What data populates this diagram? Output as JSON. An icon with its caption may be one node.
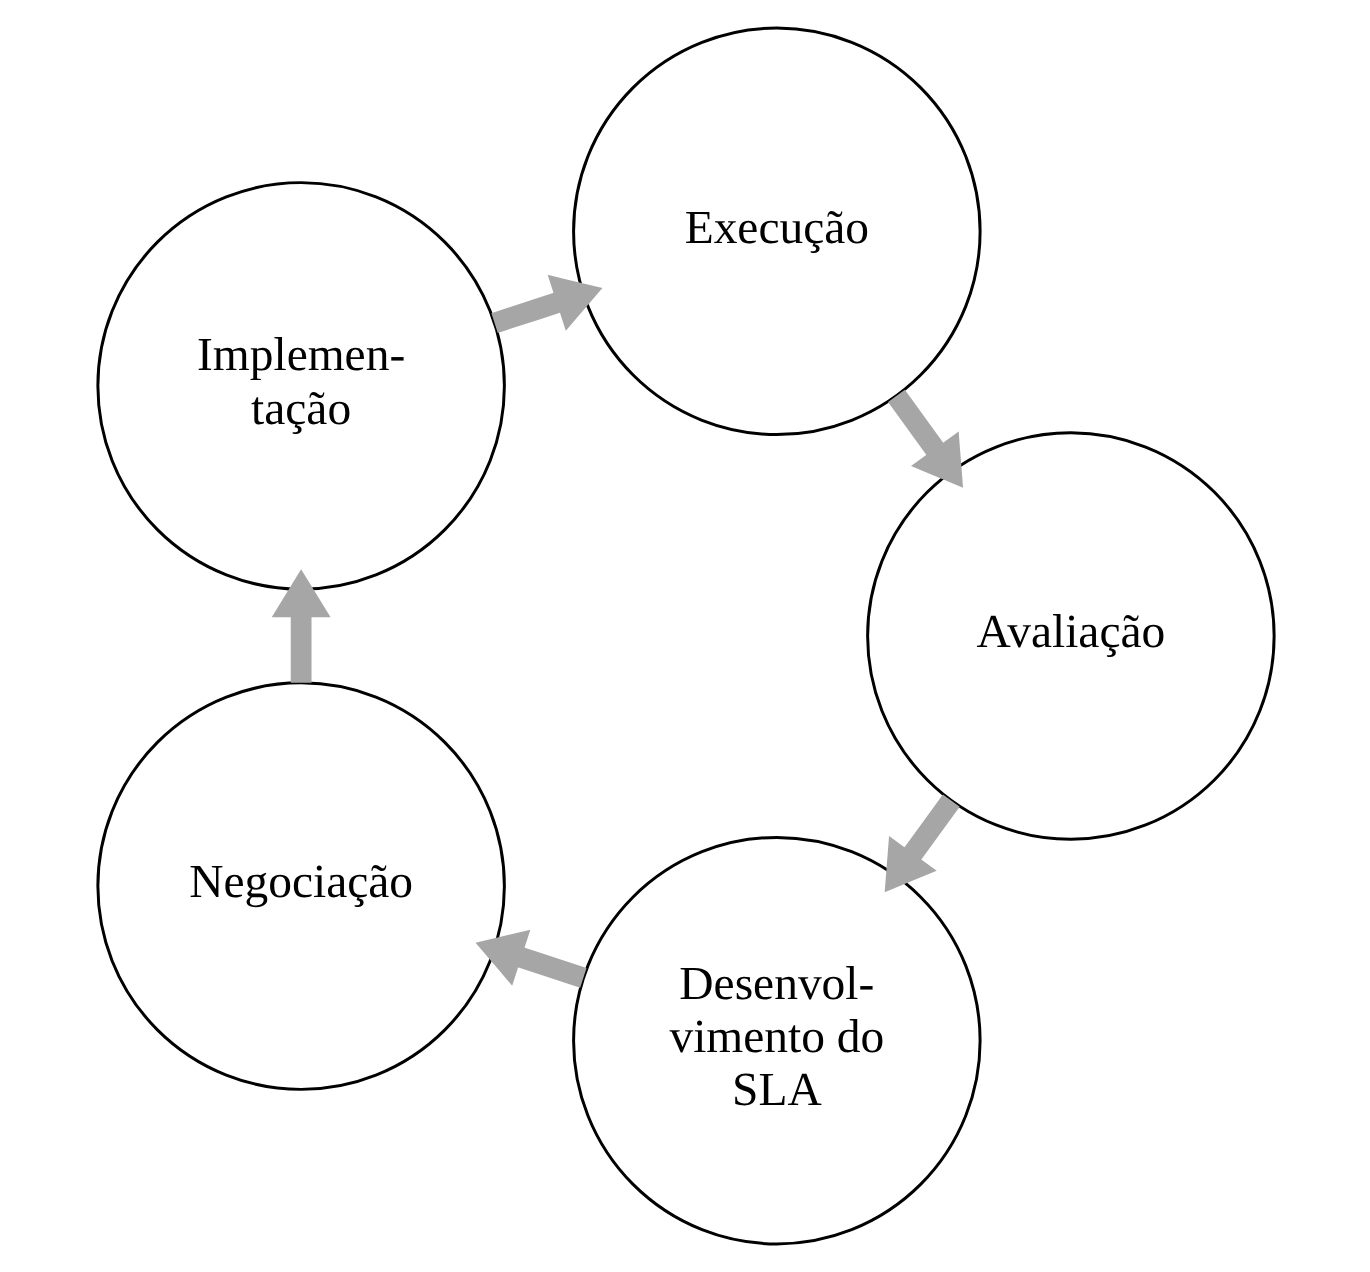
{
  "diagram": {
    "nodes": [
      {
        "text": [
          "Desenvol- vimento do SLA"
        ]
      },
      {
        "text": [
          "Negociação"
        ]
      },
      {
        "text": [
          "Implemen- tação"
        ]
      },
      {
        "text": [
          "Execução"
        ]
      },
      {
        "text": [
          "Avaliação"
        ]
      }
    ],
    "edges": [
      {
        "from": 0,
        "to": 1,
        "arrow": "to"
      },
      {
        "from": 1,
        "to": 2,
        "arrow": "to"
      },
      {
        "from": 2,
        "to": 3,
        "arrow": "to"
      },
      {
        "from": 3,
        "to": 4,
        "arrow": "to"
      },
      {
        "from": 4,
        "to": 0,
        "arrow": "to"
      }
    ]
  }
}
